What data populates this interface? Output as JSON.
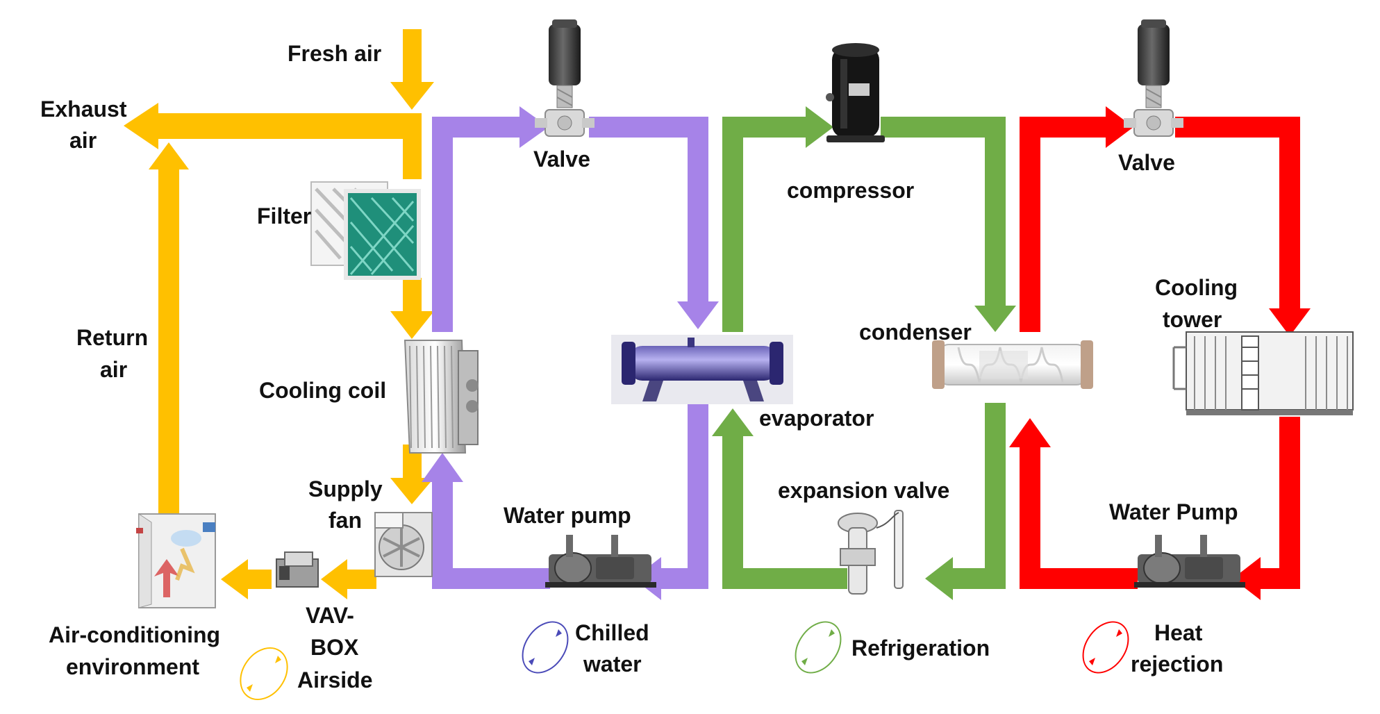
{
  "colors": {
    "airside": "#FFC000",
    "chilled_water": "#A683E8",
    "refrigeration": "#70AD47",
    "heat_rejection": "#FF0000",
    "text": "#111111"
  },
  "labels": {
    "fresh_air": "Fresh air",
    "exhaust_air_1": "Exhaust",
    "exhaust_air_2": "air",
    "filter": "Filter",
    "return_air_1": "Return",
    "return_air_2": "air",
    "cooling_coil": "Cooling coil",
    "supply_fan_1": "Supply",
    "supply_fan_2": "fan",
    "vav_box_1": "VAV-",
    "vav_box_2": "BOX",
    "air_env_1": "Air-conditioning",
    "air_env_2": "environment",
    "valve_left": "Valve",
    "water_pump_left": "Water pump",
    "evaporator": "evaporator",
    "compressor": "compressor",
    "condenser": "condenser",
    "expansion_valve": "expansion valve",
    "valve_right": "Valve",
    "cooling_tower_1": "Cooling",
    "cooling_tower_2": "tower",
    "water_pump_right": "Water Pump"
  },
  "legend": {
    "airside": "Airside",
    "chilled_water_1": "Chilled",
    "chilled_water_2": "water",
    "refrigeration": "Refrigeration",
    "heat_rejection_1": "Heat",
    "heat_rejection_2": "rejection"
  },
  "icons": [
    "filter-icon",
    "cooling-coil-icon",
    "supply-fan-icon",
    "vav-box-icon",
    "air-conditioning-environment-icon",
    "valve-icon",
    "water-pump-icon",
    "evaporator-icon",
    "compressor-icon",
    "condenser-icon",
    "expansion-valve-icon",
    "cooling-tower-icon",
    "cycle-icon"
  ]
}
